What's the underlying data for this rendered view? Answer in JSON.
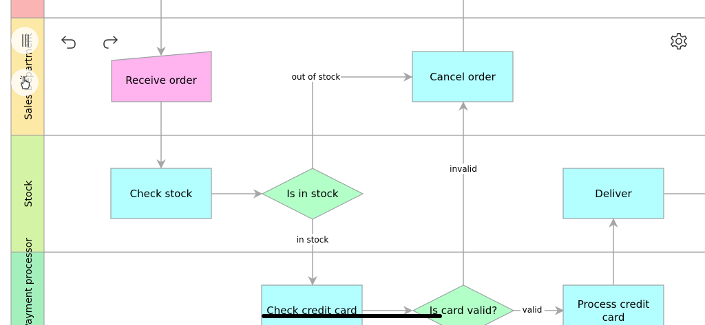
{
  "lanes": [
    {
      "id": "top",
      "label": "",
      "color": "#fbb4b4"
    },
    {
      "id": "sales",
      "label": "Sales Department",
      "color": "#fde9a6"
    },
    {
      "id": "stock",
      "label": "Stock",
      "color": "#d4f3a4"
    },
    {
      "id": "payment",
      "label": "Payment processor",
      "color": "#a4f0bd"
    }
  ],
  "nodes": [
    {
      "id": "receive_order",
      "label": "Receive order",
      "shape": "manual-input",
      "fill": "#ffb3ef"
    },
    {
      "id": "cancel_order",
      "label": "Cancel order",
      "shape": "rect",
      "fill": "#b3ffff"
    },
    {
      "id": "check_stock",
      "label": "Check stock",
      "shape": "rect",
      "fill": "#b3ffff"
    },
    {
      "id": "is_in_stock",
      "label": "Is in stock",
      "shape": "diamond",
      "fill": "#b3ffc8"
    },
    {
      "id": "deliver",
      "label": "Deliver",
      "shape": "rect",
      "fill": "#b3ffff"
    },
    {
      "id": "check_credit_card",
      "label": "Check credit card",
      "shape": "rect",
      "fill": "#b3ffff"
    },
    {
      "id": "is_card_valid",
      "label": "Is card valid?",
      "shape": "diamond",
      "fill": "#b3ffc8"
    },
    {
      "id": "process_credit_card",
      "label": [
        "Process credit",
        "card"
      ],
      "shape": "rect",
      "fill": "#b3ffff"
    }
  ],
  "edges": [
    {
      "from": "top",
      "to": "receive_order",
      "label": ""
    },
    {
      "from": "receive_order",
      "to": "check_stock",
      "label": ""
    },
    {
      "from": "check_stock",
      "to": "is_in_stock",
      "label": ""
    },
    {
      "from": "is_in_stock",
      "to": "cancel_order",
      "label": "out of stock"
    },
    {
      "from": "is_in_stock",
      "to": "check_credit_card",
      "label": "in stock"
    },
    {
      "from": "check_credit_card",
      "to": "is_card_valid",
      "label": ""
    },
    {
      "from": "is_card_valid",
      "to": "cancel_order",
      "label": "invalid"
    },
    {
      "from": "is_card_valid",
      "to": "process_credit_card",
      "label": "valid"
    },
    {
      "from": "process_credit_card",
      "to": "deliver",
      "label": ""
    },
    {
      "from": "cancel_order",
      "to": "top",
      "label": ""
    },
    {
      "from": "deliver",
      "to": "offscreen",
      "label": ""
    }
  ],
  "colors": {
    "line": "#a6a6a6",
    "lane_border": "#9a9a9a",
    "node_border": "#9aa0a0"
  },
  "toolbar": {
    "undo_icon": "undo-icon",
    "redo_icon": "redo-icon",
    "settings_icon": "gear-icon",
    "menu_icon": "hamburger-icon",
    "touch_icon": "hand-pointer-icon"
  }
}
